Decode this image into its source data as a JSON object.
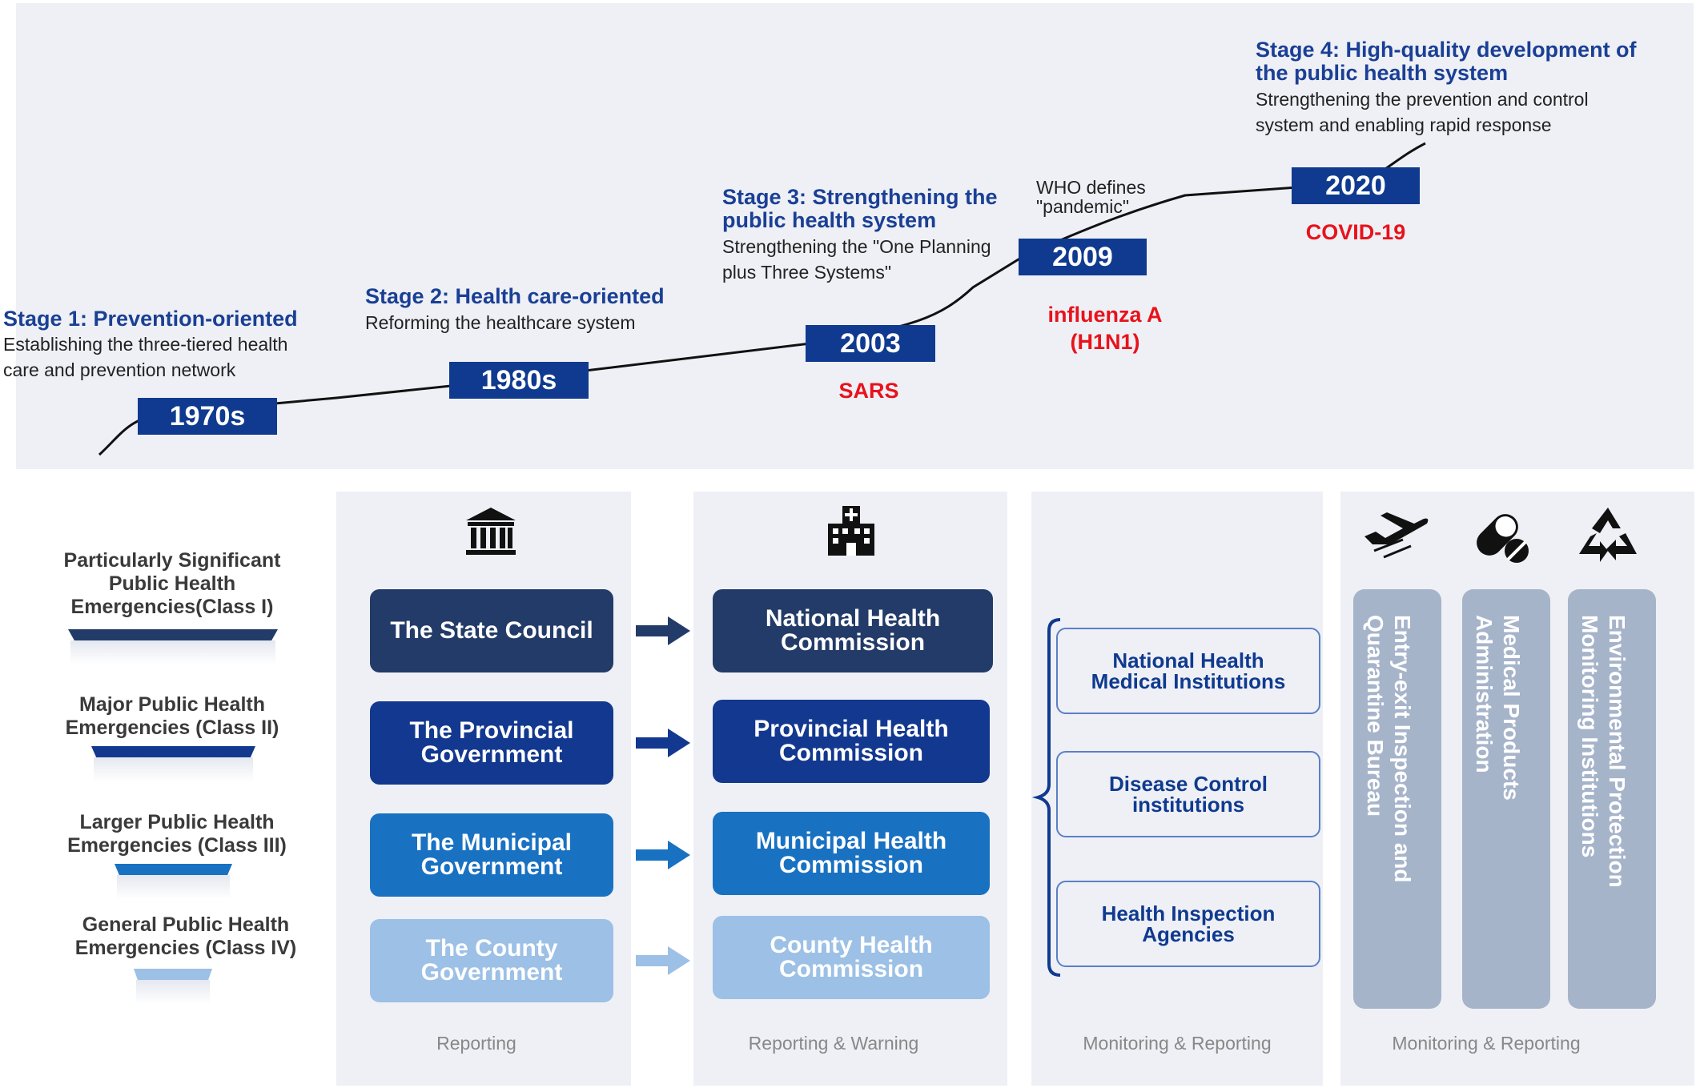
{
  "timeline": {
    "stages": [
      {
        "title": "Stage 1: Prevention-oriented",
        "desc": [
          "Establishing the three-tiered health",
          "care and prevention network"
        ]
      },
      {
        "title": "Stage 2: Health care-oriented",
        "desc": [
          "Reforming the healthcare system"
        ]
      },
      {
        "title": [
          "Stage 3: Strengthening the",
          "public health system"
        ],
        "desc": [
          "Strengthening the \"One Planning",
          "plus Three Systems\""
        ]
      },
      {
        "title": [
          "Stage 4: High-quality development of",
          "the public health system"
        ],
        "desc": [
          "Strengthening the prevention and control",
          "system  and enabling rapid response"
        ]
      }
    ],
    "years": [
      "1970s",
      "1980s",
      "2003",
      "2009",
      "2020"
    ],
    "events": {
      "sars": "SARS",
      "h1n1": [
        "influenza A",
        "(H1N1)"
      ],
      "covid": "COVID-19"
    },
    "who_note": [
      "WHO defines",
      "\"pandemic\""
    ]
  },
  "classes": [
    [
      "Particularly Significant",
      "Public Health",
      "Emergencies(Class I)"
    ],
    [
      "Major Public Health",
      "Emergencies (Class II)"
    ],
    [
      "Larger Public Health",
      "Emergencies (Class III)"
    ],
    [
      "General Public Health",
      "Emergencies (Class IV)"
    ]
  ],
  "government": {
    "icon": "government-building-icon",
    "items": [
      "The State Council",
      [
        "The Provincial",
        "Government"
      ],
      [
        "The Municipal",
        "Government"
      ],
      [
        "The County",
        "Government"
      ]
    ],
    "footer": "Reporting"
  },
  "health": {
    "icon": "hospital-icon",
    "items": [
      [
        "National Health",
        "Commission"
      ],
      [
        "Provincial Health",
        "Commission"
      ],
      [
        "Municipal Health",
        "Commission"
      ],
      [
        "County Health",
        "Commission"
      ]
    ],
    "footer": "Reporting & Warning"
  },
  "institutions": {
    "items": [
      [
        "National Health",
        "Medical Institutions"
      ],
      [
        "Disease Control",
        "institutions"
      ],
      [
        "Health Inspection",
        "Agencies"
      ]
    ],
    "footer": "Monitoring & Reporting"
  },
  "agencies": {
    "icons": [
      "airplane-icon",
      "pill-icon",
      "recycle-icon"
    ],
    "items": [
      [
        "Entry-exit Inspection and",
        "Quarantine Bureau"
      ],
      [
        "Medical Products",
        "Administration"
      ],
      [
        "Environmental Protection",
        "Monitoring Institutions"
      ]
    ],
    "footer": "Monitoring & Reporting"
  },
  "colors": {
    "level1": "#233b68",
    "level2": "#13388f",
    "level3": "#1971c2",
    "level4": "#9cc0e6",
    "timeline_bg": "#eef0f5",
    "year_box": "#0f3a8f",
    "event_red": "#e8121b",
    "stage_blue": "#1a3f95"
  }
}
